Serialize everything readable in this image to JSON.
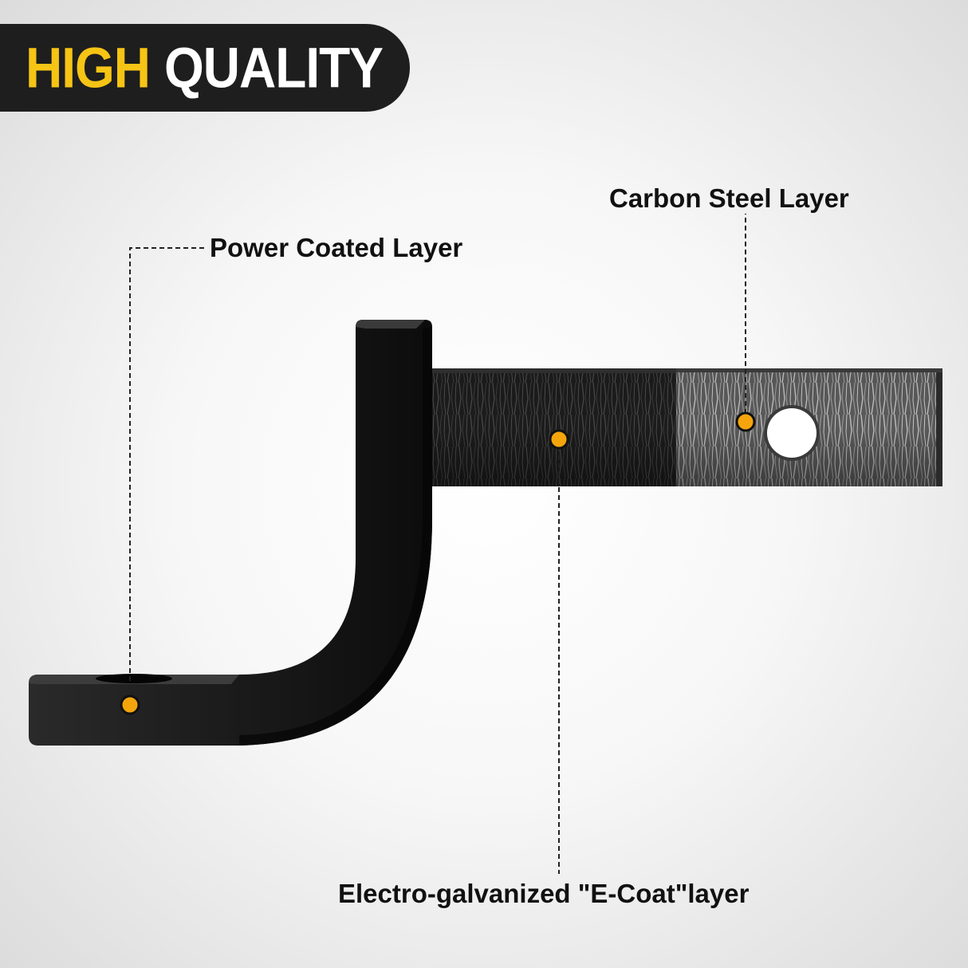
{
  "banner": {
    "highlight": "HIGH",
    "rest": "QUALITY"
  },
  "callouts": {
    "power_coated": "Power Coated Layer",
    "carbon_steel": "Carbon Steel Layer",
    "ecoat": "Electro-galvanized \"E-Coat\"layer"
  },
  "colors": {
    "banner_bg": "#1e1e1e",
    "banner_highlight": "#f6c415",
    "marker": "#f5a50c"
  }
}
